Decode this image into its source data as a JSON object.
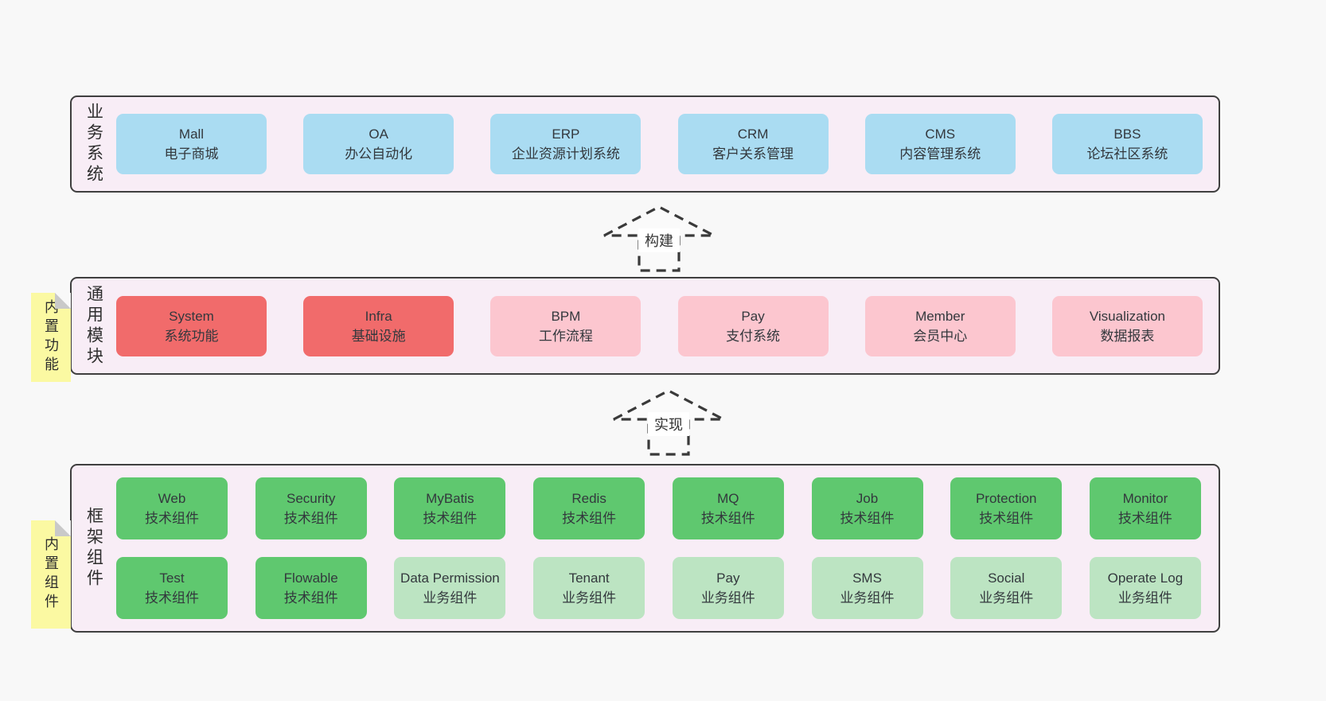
{
  "colors": {
    "page_bg": "#f8f8f8",
    "layer_bg": "#f8edf6",
    "layer_border": "#3f3f3f",
    "box_blue": "#aadcf2",
    "box_red": "#f16b6b",
    "box_pink": "#fcc6cf",
    "box_green": "#5fc86f",
    "box_green_light": "#bce4c2",
    "sticky_yellow": "#fbf9a2",
    "sticky_fold_gray": "#c9c9c9",
    "text": "#33383d"
  },
  "arrows": [
    {
      "label": "构建"
    },
    {
      "label": "实现"
    }
  ],
  "layers": [
    {
      "label": "业务系统",
      "boxes": [
        {
          "name": "Mall",
          "subtitle": "电子商城"
        },
        {
          "name": "OA",
          "subtitle": "办公自动化"
        },
        {
          "name": "ERP",
          "subtitle": "企业资源计划系统"
        },
        {
          "name": "CRM",
          "subtitle": "客户关系管理"
        },
        {
          "name": "CMS",
          "subtitle": "内容管理系统"
        },
        {
          "name": "BBS",
          "subtitle": "论坛社区系统"
        }
      ]
    },
    {
      "label": "通用模块",
      "sticky": "内置功能",
      "boxes": [
        {
          "name": "System",
          "subtitle": "系统功能"
        },
        {
          "name": "Infra",
          "subtitle": "基础设施"
        },
        {
          "name": "BPM",
          "subtitle": "工作流程"
        },
        {
          "name": "Pay",
          "subtitle": "支付系统"
        },
        {
          "name": "Member",
          "subtitle": "会员中心"
        },
        {
          "name": "Visualization",
          "subtitle": "数据报表"
        }
      ]
    },
    {
      "label": "框架组件",
      "sticky": "内置组件",
      "rows": [
        [
          {
            "name": "Web",
            "subtitle": "技术组件"
          },
          {
            "name": "Security",
            "subtitle": "技术组件"
          },
          {
            "name": "MyBatis",
            "subtitle": "技术组件"
          },
          {
            "name": "Redis",
            "subtitle": "技术组件"
          },
          {
            "name": "MQ",
            "subtitle": "技术组件"
          },
          {
            "name": "Job",
            "subtitle": "技术组件"
          },
          {
            "name": "Protection",
            "subtitle": "技术组件"
          },
          {
            "name": "Monitor",
            "subtitle": "技术组件"
          }
        ],
        [
          {
            "name": "Test",
            "subtitle": "技术组件"
          },
          {
            "name": "Flowable",
            "subtitle": "技术组件"
          },
          {
            "name": "Data Permission",
            "subtitle": "业务组件"
          },
          {
            "name": "Tenant",
            "subtitle": "业务组件"
          },
          {
            "name": "Pay",
            "subtitle": "业务组件"
          },
          {
            "name": "SMS",
            "subtitle": "业务组件"
          },
          {
            "name": "Social",
            "subtitle": "业务组件"
          },
          {
            "name": "Operate Log",
            "subtitle": "业务组件"
          }
        ]
      ]
    }
  ]
}
